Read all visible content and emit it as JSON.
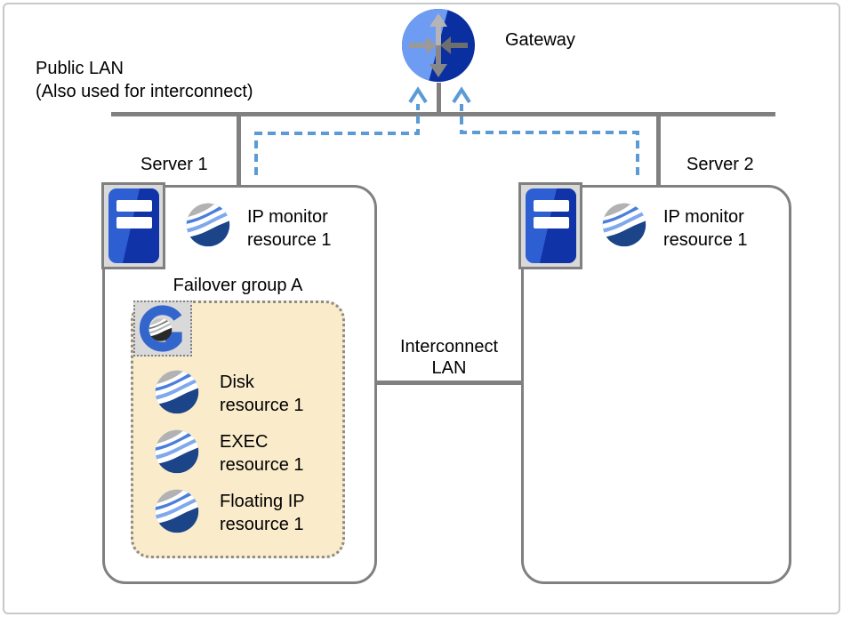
{
  "labels": {
    "public_lan_1": "Public LAN",
    "public_lan_2": "(Also used for interconnect)",
    "gateway": "Gateway",
    "interconnect_1": "Interconnect",
    "interconnect_2": "LAN"
  },
  "server1": {
    "title": "Server 1",
    "ip_monitor_1": "IP monitor",
    "ip_monitor_2": "resource 1",
    "failover_group": {
      "title": "Failover group A",
      "resources": [
        {
          "line1": "Disk",
          "line2": "resource 1"
        },
        {
          "line1": "EXEC",
          "line2": "resource 1"
        },
        {
          "line1": "Floating IP",
          "line2": "resource 1"
        }
      ]
    }
  },
  "server2": {
    "title": "Server 2",
    "ip_monitor_1": "IP monitor",
    "ip_monitor_2": "resource 1"
  },
  "icons": {
    "gateway": "router-icon",
    "server": "server-icon",
    "resource": "globe-wave-icon",
    "group": "cluster-group-icon"
  },
  "colors": {
    "line_gray": "#808080",
    "dashed_blue": "#5B9BD5",
    "outer_border": "#C8C8C8",
    "group_fill": "#FAECCB",
    "group_border": "#8C8C8C",
    "icon_bg": "#D9D9D9",
    "gateway_light": "#6E9CF2",
    "gateway_dark": "#0A2FA0",
    "sphere_gray": "#B2B2B2",
    "sphere_blue_med": "#4A7EDC",
    "sphere_blue_light": "#7FA9EC",
    "sphere_navy": "#1C4488",
    "server_blue": "#2E5FD2",
    "server_blue_dark": "#1133A8",
    "g_blue": "#3366CC",
    "text_color": "#000000"
  }
}
